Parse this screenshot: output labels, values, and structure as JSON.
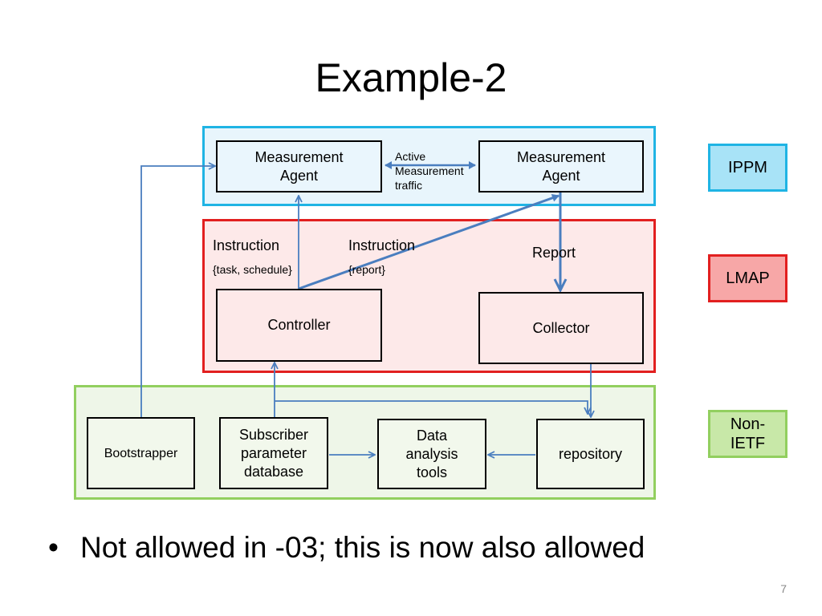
{
  "slide": {
    "title": "Example-2",
    "bullet": "Not allowed in -03; this is now also allowed",
    "page_number": "7"
  },
  "legend": {
    "ippm": "IPPM",
    "lmap": "LMAP",
    "non_ietf_line1": "Non-",
    "non_ietf_line2": "IETF"
  },
  "nodes": {
    "ma_left": [
      "Measurement",
      "Agent"
    ],
    "ma_right": [
      "Measurement",
      "Agent"
    ],
    "controller": "Controller",
    "collector": "Collector",
    "bootstrapper": "Bootstrapper",
    "subscriber_db": [
      "Subscriber",
      "parameter",
      "database"
    ],
    "data_analysis": [
      "Data",
      "analysis",
      "tools"
    ],
    "repository": "repository"
  },
  "edge_labels": {
    "active_traffic": [
      "Active",
      "Measurement",
      "traffic"
    ],
    "instruction_1": "Instruction",
    "instruction_1_sub": "{task, schedule}",
    "instruction_2": "Instruction",
    "instruction_2_sub": "{report}",
    "report": "Report"
  },
  "colors": {
    "ippm_border": "#1fb4e4",
    "lmap_border": "#e21f1f",
    "non_ietf_border": "#92cf5f",
    "arrow": "#4a7ebf"
  }
}
